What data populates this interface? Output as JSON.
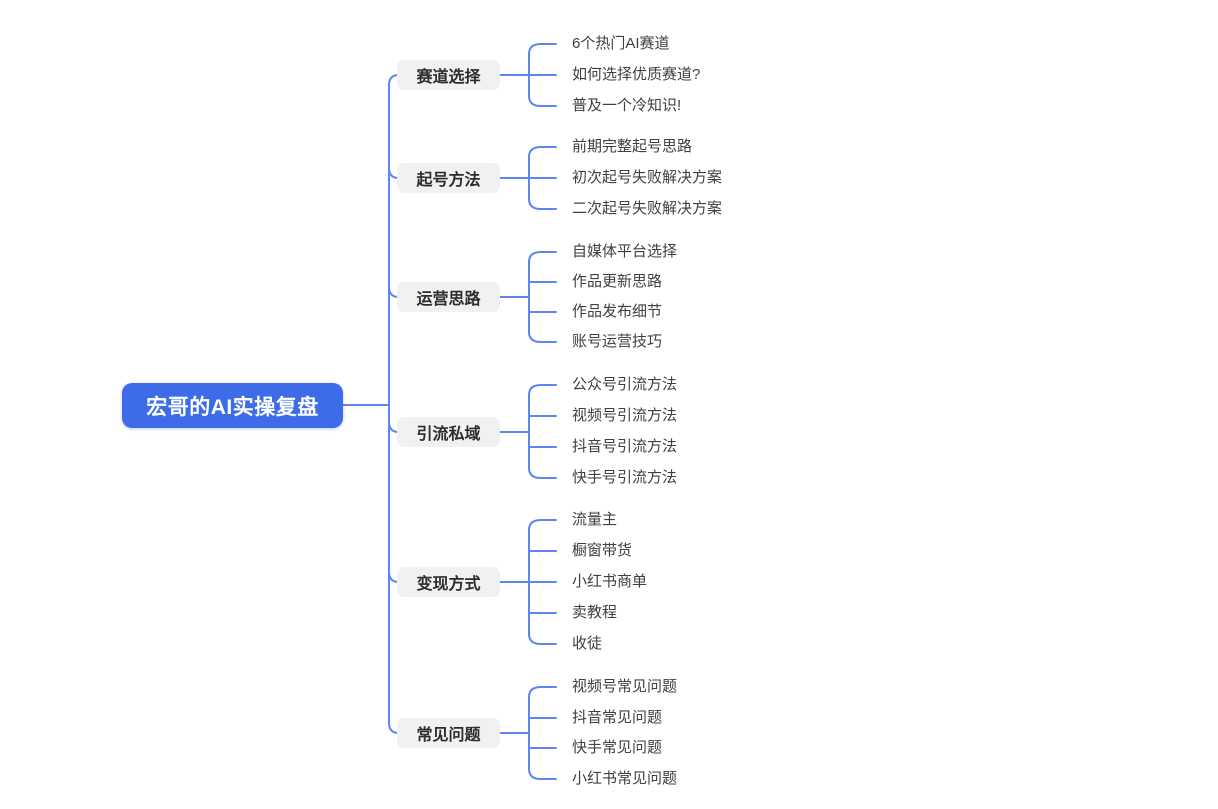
{
  "root": {
    "label": "宏哥的AI实操复盘"
  },
  "branches": [
    {
      "label": "赛道选择",
      "children": [
        "6个热门AI赛道",
        "如何选择优质赛道?",
        "普及一个冷知识!"
      ]
    },
    {
      "label": "起号方法",
      "children": [
        "前期完整起号思路",
        "初次起号失败解决方案",
        "二次起号失败解决方案"
      ]
    },
    {
      "label": "运营思路",
      "children": [
        "自媒体平台选择",
        "作品更新思路",
        "作品发布细节",
        "账号运营技巧"
      ]
    },
    {
      "label": "引流私域",
      "children": [
        "公众号引流方法",
        "视频号引流方法",
        "抖音号引流方法",
        "快手号引流方法"
      ]
    },
    {
      "label": "变现方式",
      "children": [
        "流量主",
        "橱窗带货",
        "小红书商单",
        "卖教程",
        "收徒"
      ]
    },
    {
      "label": "常见问题",
      "children": [
        "视频号常见问题",
        "抖音常见问题",
        "快手常见问题",
        "小红书常见问题"
      ]
    }
  ],
  "colors": {
    "background": "#ffffff",
    "root_bg": "#3e6ce8",
    "root_text": "#ffffff",
    "branch_bg": "#f0f1f3",
    "branch_text": "#2d2d2d",
    "child_text": "#404040",
    "connector": "#5b87ee"
  }
}
